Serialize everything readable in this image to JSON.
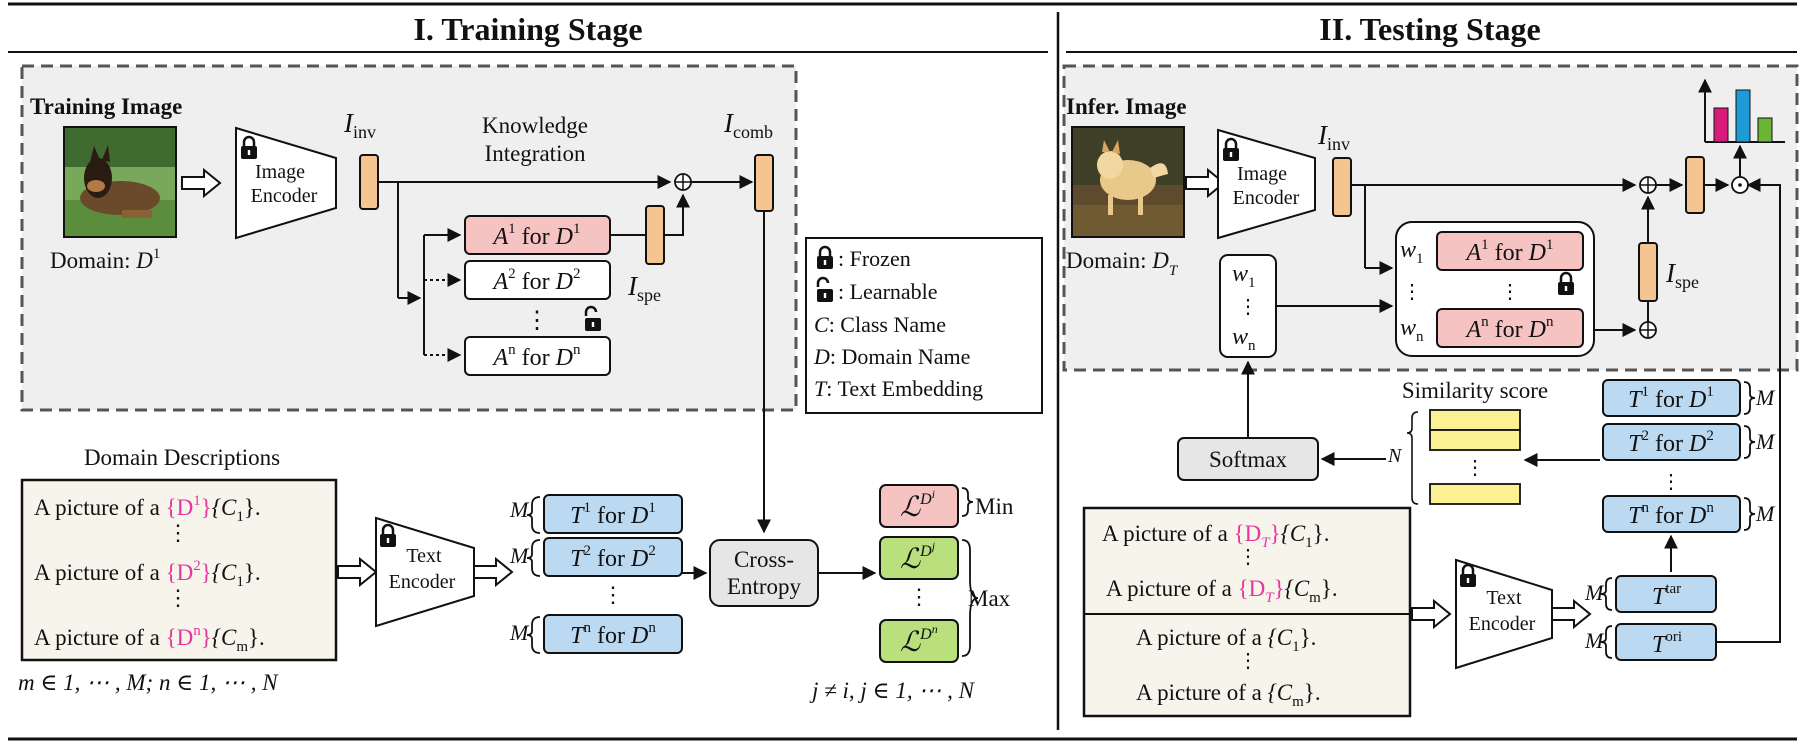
{
  "training": {
    "title": "I. Training Stage",
    "image_label": "Training Image",
    "domain_label": "Domain: ",
    "domain_symbol": "D",
    "domain_sup": "1",
    "image_encoder_line1": "Image",
    "image_encoder_line2": "Encoder",
    "i_inv": {
      "base": "I",
      "sub": "inv"
    },
    "i_comb": {
      "base": "I",
      "sub": "comb"
    },
    "i_spe": {
      "base": "I",
      "sub": "spe"
    },
    "knowledge_line1": "Knowledge",
    "knowledge_line2": "Integration",
    "adapters": [
      {
        "A": "A",
        "sup": "1",
        "mid": " for ",
        "D": "D",
        "dsup": "1"
      },
      {
        "A": "A",
        "sup": "2",
        "mid": " for ",
        "D": "D",
        "dsup": "2"
      },
      {
        "A": "A",
        "sup": "n",
        "mid": " for ",
        "D": "D",
        "dsup": "n"
      }
    ],
    "dots": "⋮",
    "oplus": "⊕",
    "domain_descriptions_title": "Domain Descriptions",
    "descriptions": [
      {
        "prefix": "A picture of a ",
        "dom": "{D",
        "dsup": "1",
        "dclose": "}",
        "cls": "{C",
        "csub": "1",
        "cclose": "}."
      },
      {
        "prefix": "A picture of a ",
        "dom": "{D",
        "dsup": "2",
        "dclose": "}",
        "cls": "{C",
        "csub": "1",
        "cclose": "}."
      },
      {
        "prefix": "A picture of a ",
        "dom": "{D",
        "dsup": "n",
        "dclose": "}",
        "cls": "{C",
        "csub": "m",
        "cclose": "}."
      }
    ],
    "text_encoder_line1": "Text",
    "text_encoder_line2": "Encoder",
    "m_label": "M",
    "text_embeddings": [
      {
        "T": "T",
        "sup": "1",
        "mid": " for ",
        "D": "D",
        "dsup": "1"
      },
      {
        "T": "T",
        "sup": "2",
        "mid": " for ",
        "D": "D",
        "dsup": "2"
      },
      {
        "T": "T",
        "sup": "n",
        "mid": " for ",
        "D": "D",
        "dsup": "n"
      }
    ],
    "cross_line1": "Cross-",
    "cross_line2": "Entropy",
    "losses": [
      {
        "L": "ℒ",
        "sup": "D",
        "supsup": "i"
      },
      {
        "L": "ℒ",
        "sup": "D",
        "supsup": "j"
      },
      {
        "L": "ℒ",
        "sup": "D",
        "supsup": "n"
      }
    ],
    "min_label": "Min",
    "max_label": "Max",
    "range_left": "m ∈ 1, ⋯ , M; n ∈ 1, ⋯ , N",
    "range_right": "j ≠ i, j ∈ 1, ⋯ , N"
  },
  "legend": {
    "items": [
      {
        "sym": "",
        "text": ": Frozen"
      },
      {
        "sym": "",
        "text": ": Learnable"
      },
      {
        "sym": "C",
        "text": ": Class Name"
      },
      {
        "sym": "D",
        "text": ": Domain Name"
      },
      {
        "sym": "T",
        "text": ": Text Embedding"
      }
    ]
  },
  "testing": {
    "title": "II. Testing Stage",
    "image_label": "Infer. Image",
    "domain_label": "Domain: ",
    "domain_symbol": "D",
    "domain_sub": "T",
    "image_encoder_line1": "Image",
    "image_encoder_line2": "Encoder",
    "i_inv": {
      "base": "I",
      "sub": "inv"
    },
    "i_spe": {
      "base": "I",
      "sub": "spe"
    },
    "weights": [
      {
        "w": "w",
        "sub": "1"
      },
      {
        "w": "w",
        "sub": "n"
      }
    ],
    "adapters": [
      {
        "A": "A",
        "sup": "1",
        "mid": " for ",
        "D": "D",
        "dsup": "1"
      },
      {
        "A": "A",
        "sup": "n",
        "mid": " for ",
        "D": "D",
        "dsup": "n"
      }
    ],
    "similarity_label": "Similarity score",
    "softmax_label": "Softmax",
    "n_label": "N",
    "m_label": "M",
    "text_embeddings": [
      {
        "T": "T",
        "sup": "1",
        "mid": " for ",
        "D": "D",
        "dsup": "1"
      },
      {
        "T": "T",
        "sup": "2",
        "mid": " for ",
        "D": "D",
        "dsup": "2"
      },
      {
        "T": "T",
        "sup": "n",
        "mid": " for ",
        "D": "D",
        "dsup": "n"
      }
    ],
    "descriptions_top": [
      {
        "prefix": "A picture of a ",
        "dom": "{D",
        "dsub": "T",
        "dclose": "}",
        "cls": "{C",
        "csub": "1",
        "cclose": "}."
      },
      {
        "prefix": "A picture of a ",
        "dom": "{D",
        "dsub": "T",
        "dclose": "}",
        "cls": "{C",
        "csub": "m",
        "cclose": "}."
      }
    ],
    "descriptions_bottom": [
      {
        "prefix": "A picture of a ",
        "cls": "{C",
        "csub": "1",
        "cclose": "}."
      },
      {
        "prefix": "A picture of a ",
        "cls": "{C",
        "csub": "m",
        "cclose": "}."
      }
    ],
    "text_encoder_line1": "Text",
    "text_encoder_line2": "Encoder",
    "t_tar": {
      "T": "T",
      "sup": "tar"
    },
    "t_ori": {
      "T": "T",
      "sup": "ori"
    },
    "odot": "⊙",
    "bar_colors": [
      "#d81b7a",
      "#1e9ad6",
      "#6bb536"
    ]
  },
  "colors": {
    "panel_gray": "#efefef",
    "feature_orange": "#f6c491",
    "adapter_pink": "#f6c3c3",
    "text_blue": "#bcd9f2",
    "loss_pink": "#f6c3c3",
    "loss_green": "#b9e07d",
    "desc_beige": "#f7f4ec",
    "similarity_yellow": "#fbf193",
    "softmax_gray": "#e6e6e6",
    "highlight_pink": "#e5379b"
  }
}
